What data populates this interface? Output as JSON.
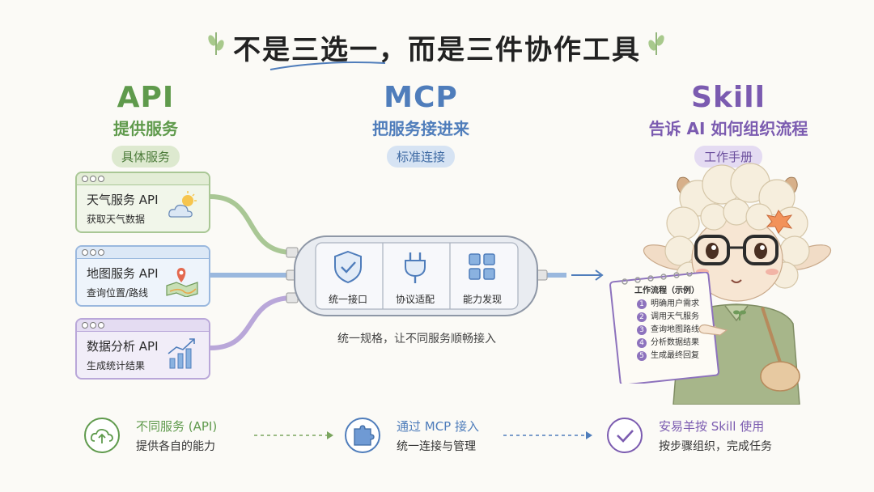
{
  "title": "不是三选一，而是三件协作工具",
  "columns": {
    "api": {
      "name": "API",
      "subtitle": "提供服务",
      "tag": "具体服务",
      "color": "#5f9a4c"
    },
    "mcp": {
      "name": "MCP",
      "subtitle": "把服务接进来",
      "tag": "标准连接",
      "color": "#4f7dbb"
    },
    "skill": {
      "name": "Skill",
      "subtitle": "告诉 AI 如何组织流程",
      "tag": "工作手册",
      "color": "#7b5bb0"
    }
  },
  "services": [
    {
      "name": "天气服务 API",
      "desc": "获取天气数据",
      "icon": "weather-icon"
    },
    {
      "name": "地图服务 API",
      "desc": "查询位置/路线",
      "icon": "map-icon"
    },
    {
      "name": "数据分析 API",
      "desc": "生成统计结果",
      "icon": "chart-icon"
    }
  ],
  "hub": {
    "items": [
      {
        "label": "统一接口",
        "icon": "shield-icon"
      },
      {
        "label": "协议适配",
        "icon": "plug-icon"
      },
      {
        "label": "能力发现",
        "icon": "grid-icon"
      }
    ],
    "caption": "统一规格，让不同服务顺畅接入"
  },
  "notebook": {
    "title": "工作流程（示例）",
    "steps": [
      "明确用户需求",
      "调用天气服务",
      "查询地图路线",
      "分析数据结果",
      "生成最终回复"
    ]
  },
  "bottom": [
    {
      "title": "不同服务 (API)",
      "desc": "提供各自的能力",
      "icon": "cloud-upload-icon"
    },
    {
      "title": "通过 MCP 接入",
      "desc": "统一连接与管理",
      "icon": "puzzle-icon"
    },
    {
      "title": "安易羊按 Skill 使用",
      "desc": "按步骤组织，完成任务",
      "icon": "check-icon"
    }
  ]
}
